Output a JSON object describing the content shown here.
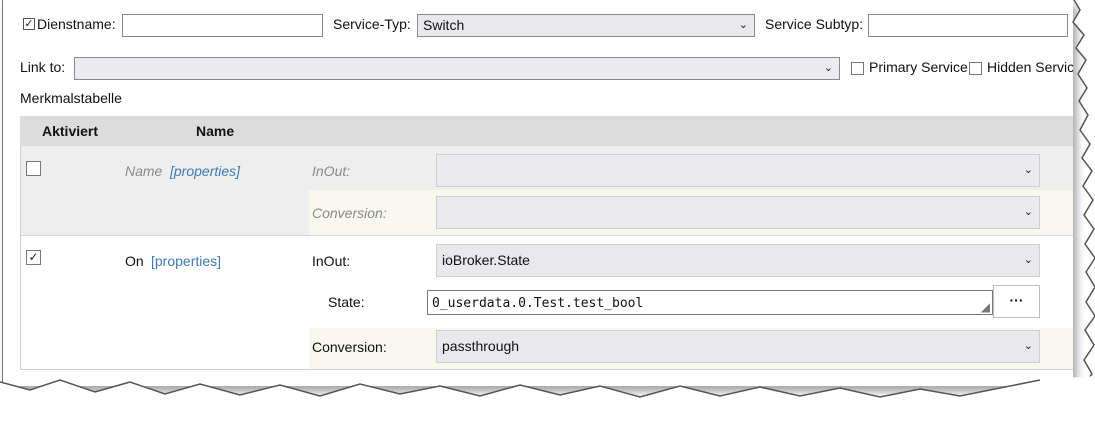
{
  "header": {
    "service_name_checked": "✓",
    "service_name_label": "Dienstname:",
    "service_name_value": "",
    "service_type_label": "Service-Typ:",
    "service_type_value": "Switch",
    "service_subtype_label": "Service Subtyp:",
    "service_subtype_value": ""
  },
  "link": {
    "label": "Link to:",
    "value": "",
    "primary_service_label": "Primary Service",
    "hidden_service_label": "Hidden Servic"
  },
  "table": {
    "title": "Merkmalstabelle",
    "col_active": "Aktiviert",
    "col_name": "Name",
    "rows": [
      {
        "checked": "",
        "name": "Name",
        "properties": "[properties]",
        "inout_label": "InOut:",
        "inout_value": "",
        "conversion_label": "Conversion:",
        "conversion_value": ""
      },
      {
        "checked": "✓",
        "name": "On",
        "properties": "[properties]",
        "inout_label": "InOut:",
        "inout_value": "ioBroker.State",
        "state_label": "State:",
        "state_value": "0_userdata.0.Test.test_bool",
        "state_button": "···",
        "conversion_label": "Conversion:",
        "conversion_value": "passthrough"
      }
    ]
  },
  "icons": {
    "dropdown": "chevron-down-icon"
  }
}
